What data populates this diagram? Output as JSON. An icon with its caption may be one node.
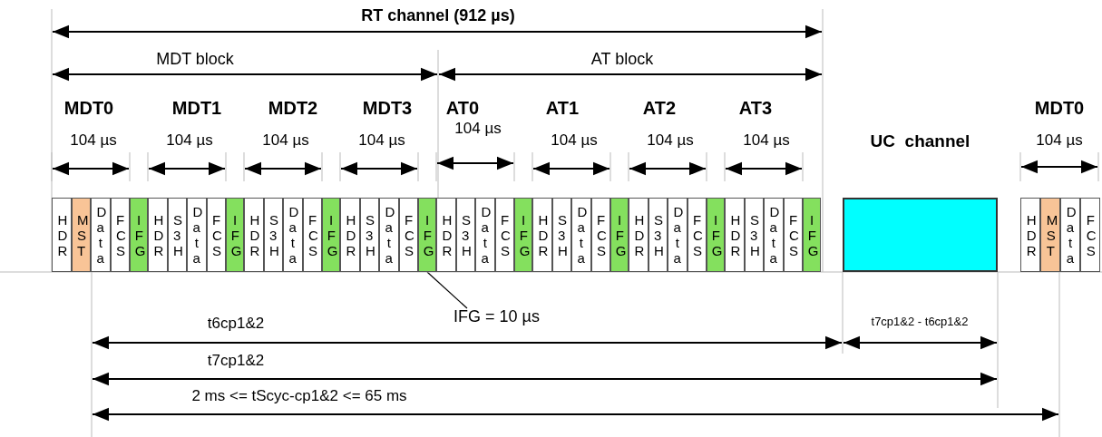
{
  "diagram": {
    "nodes": [
      {
        "text": [
          "HDR"
        ]
      },
      {
        "text": [
          "MST"
        ]
      },
      {
        "text": [
          "Data"
        ]
      },
      {
        "text": [
          "FCS"
        ]
      },
      {
        "text": [
          "IFG"
        ]
      },
      {
        "text": [
          "HDR"
        ]
      },
      {
        "text": [
          "S3H"
        ]
      },
      {
        "text": [
          "Data"
        ]
      },
      {
        "text": [
          "FCS"
        ]
      },
      {
        "text": [
          "IFG"
        ]
      },
      {
        "text": [
          "HDR"
        ]
      },
      {
        "text": [
          "S3H"
        ]
      },
      {
        "text": [
          "Data"
        ]
      },
      {
        "text": [
          "FCS"
        ]
      },
      {
        "text": [
          "IFG"
        ]
      },
      {
        "text": [
          "HDR"
        ]
      },
      {
        "text": [
          "S3H"
        ]
      },
      {
        "text": [
          "Data"
        ]
      },
      {
        "text": [
          "FCS"
        ]
      },
      {
        "text": [
          "IFG"
        ]
      },
      {
        "text": [
          "HDR"
        ]
      },
      {
        "text": [
          "S3H"
        ]
      },
      {
        "text": [
          "Data"
        ]
      },
      {
        "text": [
          "FCS"
        ]
      },
      {
        "text": [
          "IFG"
        ]
      },
      {
        "text": [
          "HDR"
        ]
      },
      {
        "text": [
          "S3H"
        ]
      },
      {
        "text": [
          "Data"
        ]
      },
      {
        "text": [
          "FCS"
        ]
      },
      {
        "text": [
          "IFG"
        ]
      },
      {
        "text": [
          "HDR"
        ]
      },
      {
        "text": [
          "S3H"
        ]
      },
      {
        "text": [
          "Data"
        ]
      },
      {
        "text": [
          "FCS"
        ]
      },
      {
        "text": [
          "IFG"
        ]
      },
      {
        "text": [
          "HDR"
        ]
      },
      {
        "text": [
          "S3H"
        ]
      },
      {
        "text": [
          "Data"
        ]
      },
      {
        "text": [
          "FCS"
        ]
      },
      {
        "text": [
          "IFG"
        ]
      },
      {
        "text": [
          "UC  channel"
        ]
      },
      {
        "text": [
          "HDR"
        ]
      },
      {
        "text": [
          "MST"
        ]
      },
      {
        "text": [
          "Data"
        ]
      },
      {
        "text": [
          "FCS"
        ]
      },
      {
        "text": [
          "IFG = 10 µs"
        ]
      }
    ],
    "edges": [
      {
        "from": 45,
        "to": 19,
        "arrow": "none"
      }
    ],
    "labels": [
      "RT channel (912 µs)",
      "MDT block",
      "AT block",
      "MDT0",
      "MDT1",
      "MDT2",
      "MDT3",
      "AT0",
      "AT1",
      "AT2",
      "AT3",
      "MDT0",
      "104 µs",
      "104 µs",
      "104 µs",
      "104 µs",
      "104 µs",
      "104 µs",
      "104 µs",
      "104 µs",
      "104 µs",
      "t6cp1&2",
      "t7cp1&2 -  t6cp1&2",
      "t7cp1&2",
      "2 ms <= tScyc-cp1&2 <= 65 ms"
    ]
  }
}
